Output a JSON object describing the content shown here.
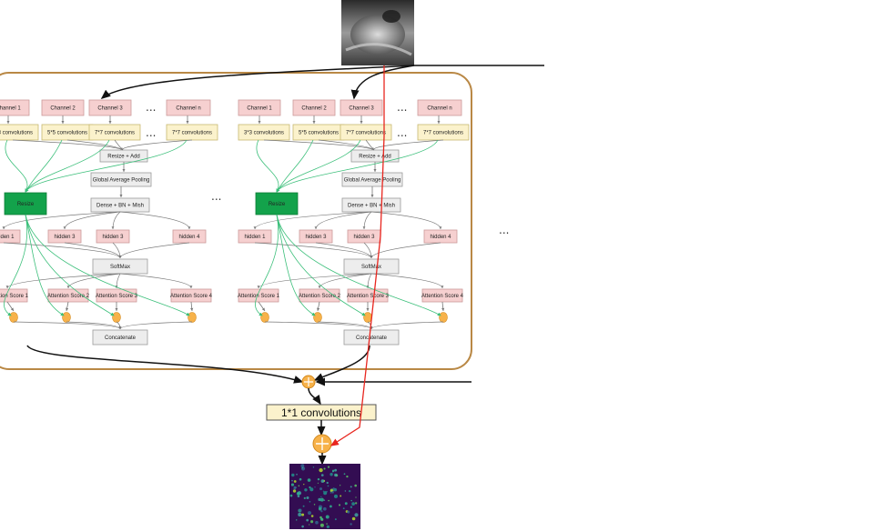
{
  "colors": {
    "channel_fill": "#f6d0d0",
    "channel_stroke": "#c99",
    "conv_fill": "#fbf2cc",
    "conv_stroke": "#c8b870",
    "gray_fill": "#ededed",
    "gray_stroke": "#999999",
    "resize_fill": "#13a24b",
    "frame_stroke": "#b98845",
    "green_line": "#3bbf7a",
    "red_line": "#e8261f",
    "circle_fill": "#f7b24a",
    "circle_stroke": "#d48a1e"
  },
  "block": {
    "channels": [
      "Channel 1",
      "Channel 2",
      "Channel 3",
      "...",
      "Channel n"
    ],
    "convs": [
      "3*3 convolutions",
      "5*5 convolutions",
      "7*7 convolutions",
      "...",
      "7*7 convolutions"
    ],
    "resize_add": "Resize + Add",
    "gap": "Global Average Pooling",
    "dense": "Dense + BN + Mish",
    "resize": "Resize",
    "hiddens": [
      "hidden 1",
      "hidden 3",
      "hidden 3",
      "hidden 4"
    ],
    "softmax": "SoftMax",
    "attn": [
      "Attention Score 1",
      "Attention Score 2",
      "Attention Score 3",
      "Attention Score 4"
    ],
    "concat": "Concatenate"
  },
  "between_dots": "...",
  "after_dots": "...",
  "conv1x1": "1*1 convolutions"
}
